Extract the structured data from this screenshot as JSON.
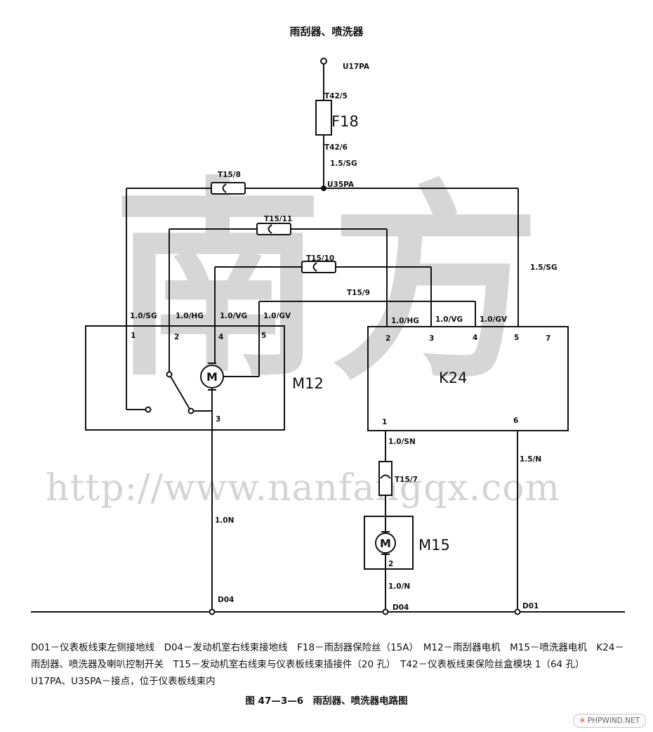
{
  "title": "雨刮器、喷洗器",
  "watermark": {
    "char1": "南",
    "char2": "方",
    "url": "http://www.nanfangqx.com"
  },
  "components": {
    "m12": "M12",
    "k24": "K24",
    "m15": "M15",
    "f18": "F18",
    "motor_symbol": "M"
  },
  "nodes": {
    "u17pa": "U17PA",
    "u35pa": "U35PA",
    "d04": "D04",
    "d01": "D01"
  },
  "connectors": {
    "t42_5": "T42/5",
    "t42_6": "T42/6",
    "t15_8": "T15/8",
    "t15_11": "T15/11",
    "t15_10": "T15/10",
    "t15_9": "T15/9",
    "t15_7": "T15/7"
  },
  "wires": {
    "w_15sg_top": "1.5/SG",
    "w_15sg_right": "1.5/SG",
    "w_10sg": "1.0/SG",
    "w_10hg_m12": "1.0/HG",
    "w_10vg_m12": "1.0/VG",
    "w_10gv_m12": "1.0/GV",
    "w_10hg_k24": "1.0/HG",
    "w_10vg_k24": "1.0/VG",
    "w_10gv_k24": "1.0/GV",
    "w_10sn": "1.0/SN",
    "w_15n": "1.5/N",
    "w_10n_m12": "1.0N",
    "w_10n_m15": "1.0/N"
  },
  "pins": {
    "m12_1": "1",
    "m12_2": "2",
    "m12_4": "4",
    "m12_5": "5",
    "m12_3": "3",
    "k24_2": "2",
    "k24_3": "3",
    "k24_4": "4",
    "k24_5": "5",
    "k24_7": "7",
    "k24_1": "1",
    "k24_6": "6",
    "m15_2": "2"
  },
  "legend": "D01－仪表板线束左侧接地线　D04－发动机室右线束接地线　F18－雨刮器保险丝（15A）　M12－雨刮器电机　M15－喷洗器电机　K24－雨刮器、喷洗器及喇叭控制开关　T15－发动机室右线束与仪表板线束插接件（20 孔）　T42－仪表板线束保险丝盒模块 1（64 孔）　U17PA、U35PA－接点，位于仪表板线束内",
  "caption": "图 47—3—6　雨刮器、喷洗器电路图",
  "badge": "PHPWIND.NET"
}
